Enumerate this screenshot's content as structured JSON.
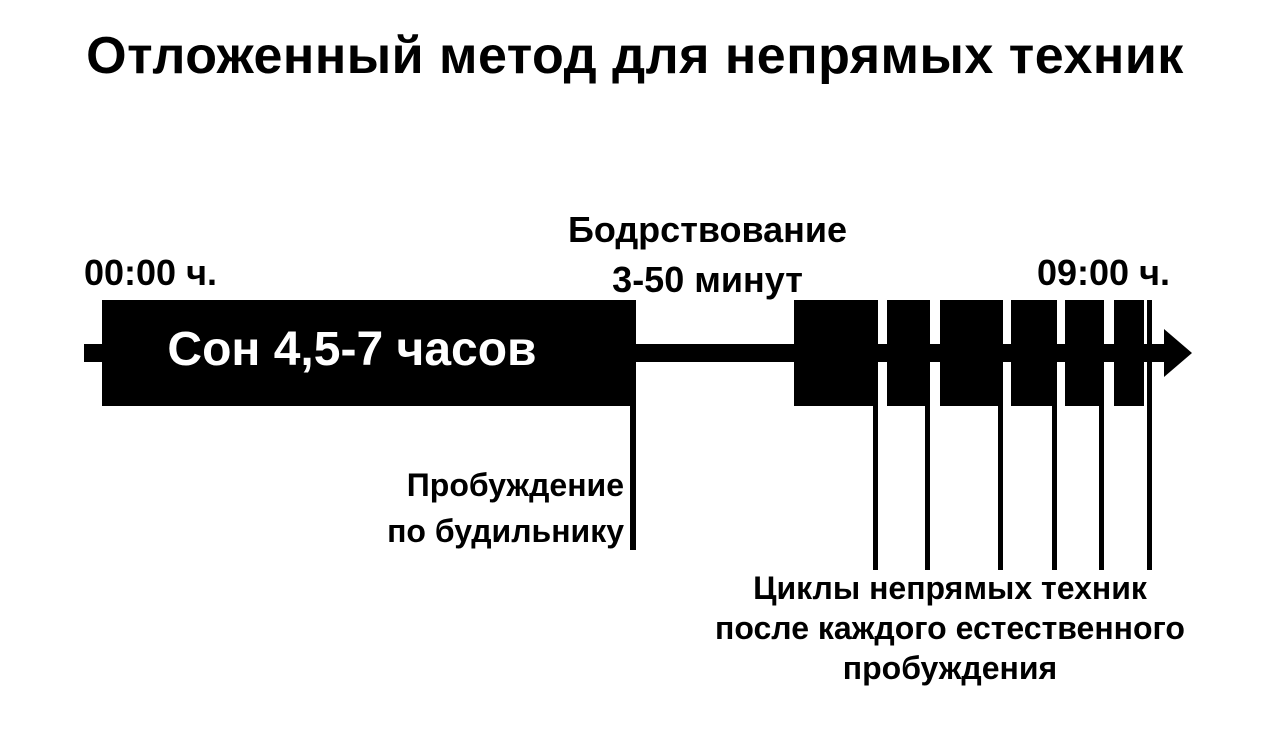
{
  "title": "Отложенный метод для непрямых техник",
  "timeline": {
    "start_time": "00:00 ч.",
    "end_time": "09:00 ч.",
    "sleep_block": "Сон 4,5-7 часов",
    "wake_period": {
      "line1": "Бодрствование",
      "line2": "3-50 минут"
    },
    "alarm_wakeup": {
      "line1": "Пробуждение",
      "line2": "по будильнику"
    },
    "cycles": {
      "line1": "Циклы непрямых техник",
      "line2": "после каждого естественного",
      "line3": "пробуждения"
    }
  },
  "colors": {
    "ink": "#000000",
    "background": "#ffffff",
    "sleep_text": "#ffffff"
  }
}
